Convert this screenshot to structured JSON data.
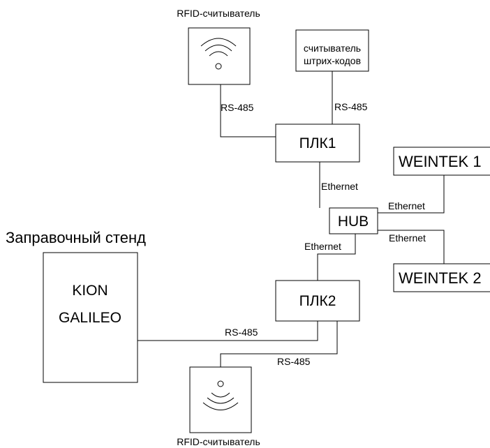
{
  "nodes": {
    "rfid_top": {
      "label": "RFID-считыватель"
    },
    "barcode": {
      "line1": "считыватель",
      "line2": "штрих-кодов"
    },
    "plc1": {
      "label": "ПЛК1"
    },
    "plc2": {
      "label": "ПЛК2"
    },
    "hub": {
      "label": "HUB"
    },
    "weintek1": {
      "label": "WEINTEK 1"
    },
    "weintek2": {
      "label": "WEINTEK 2"
    },
    "station": {
      "title": "Заправочный стенд",
      "line1": "KION",
      "line2": "GALILEO"
    },
    "rfid_bottom": {
      "label": "RFID-считыватель"
    }
  },
  "links": {
    "rfid_top_plc1": "RS-485",
    "barcode_plc1": "RS-485",
    "plc1_hub": "Ethernet",
    "hub_weintek1": "Ethernet",
    "hub_weintek2": "Ethernet",
    "hub_plc2": "Ethernet",
    "station_plc2": "RS-485",
    "rfid_bottom_plc2": "RS-485"
  }
}
